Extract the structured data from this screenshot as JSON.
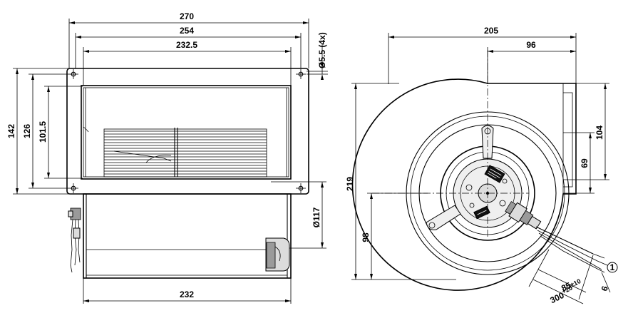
{
  "dimensions": {
    "front_overall_width": "270",
    "front_hole_spacing": "254",
    "front_opening_width": "232.5",
    "front_hole_diameter": "Ø5.5 (4x)",
    "front_overall_height": "142",
    "front_hole_vertical_spacing": "126",
    "front_opening_height": "101.5",
    "front_inlet_diameter": "Ø117",
    "front_housing_width": "232",
    "side_overall_width": "205",
    "side_axis_offset": "96",
    "side_outlet_height": "104",
    "side_outlet_offset": "69",
    "side_overall_height": "219",
    "side_axis_height": "98",
    "cable_length_value": "300",
    "cable_length_tol": "+20",
    "cable_strip_value": "85",
    "cable_strip_tol": "±10",
    "cable_end_length": "6",
    "callout_number": "1"
  }
}
